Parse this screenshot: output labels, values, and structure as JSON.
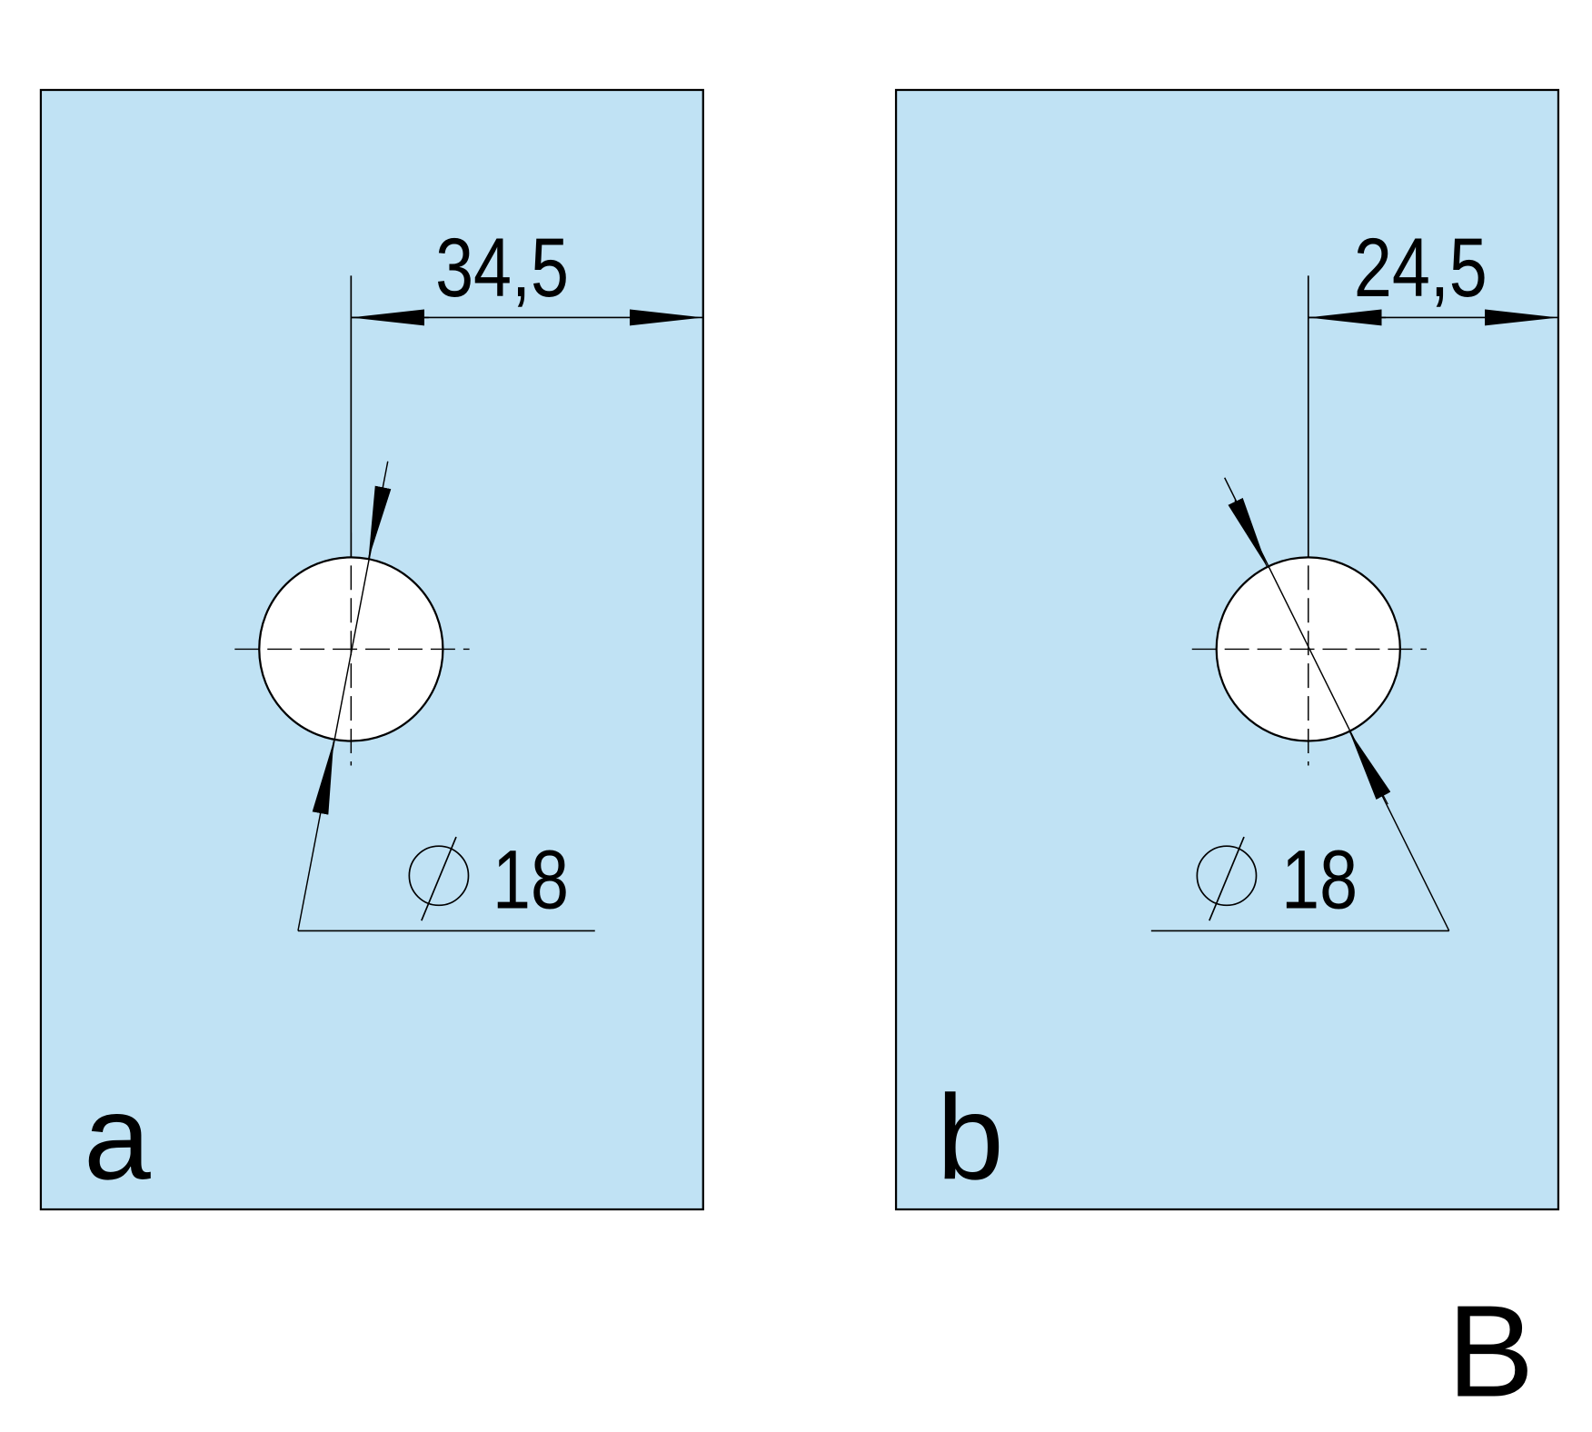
{
  "colors": {
    "panel_fill": "#c0e2f4",
    "stroke": "#000000",
    "hole": "#ffffff"
  },
  "panels": [
    {
      "label": "a",
      "offset_dimension": "34,5",
      "diameter_symbol": "⌀",
      "diameter_value": "18"
    },
    {
      "label": "b",
      "offset_dimension": "24,5",
      "diameter_symbol": "⌀",
      "diameter_value": "18"
    }
  ],
  "figure_label": "B"
}
